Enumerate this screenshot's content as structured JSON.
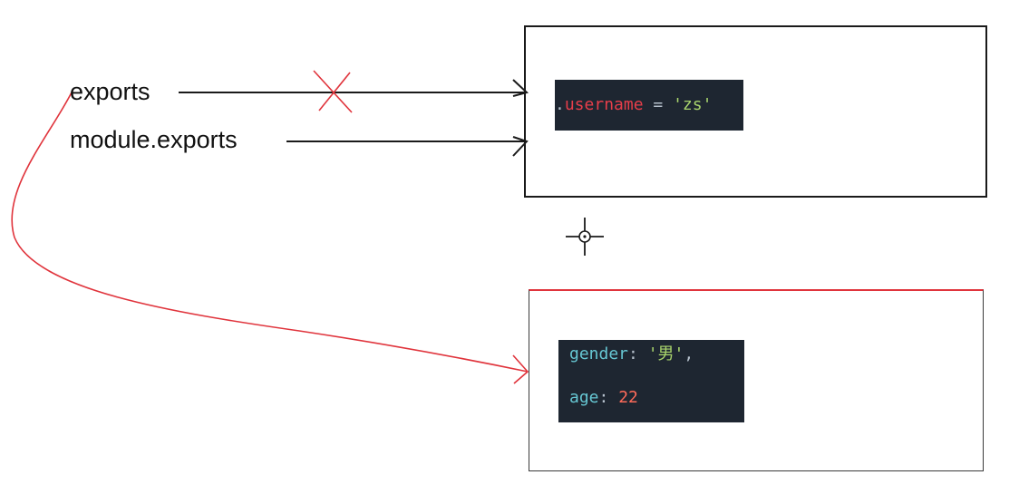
{
  "labels": {
    "exports": "exports",
    "module_exports": "module.exports"
  },
  "top_box": {
    "code": {
      "prefix": ".",
      "property": "username",
      "operator": " = ",
      "value": "'zs'"
    }
  },
  "bottom_box": {
    "code": {
      "line1_key": "gender",
      "line1_colon": ": ",
      "line1_value": "'男'",
      "line1_comma": ",",
      "line2_key": "age",
      "line2_colon": ": ",
      "line2_value": "22"
    }
  },
  "icons": {
    "cross": "cross-mark-icon",
    "crosshair": "crosshair-cursor-icon"
  },
  "colors": {
    "annotation_red": "#e0343c",
    "line_black": "#1a1a1a",
    "code_background": "#1e2631",
    "code_property_red": "#e83e4a",
    "code_key_cyan": "#66c6d2",
    "code_string_green": "#a9d46c",
    "code_number_red": "#ff6b5a"
  }
}
